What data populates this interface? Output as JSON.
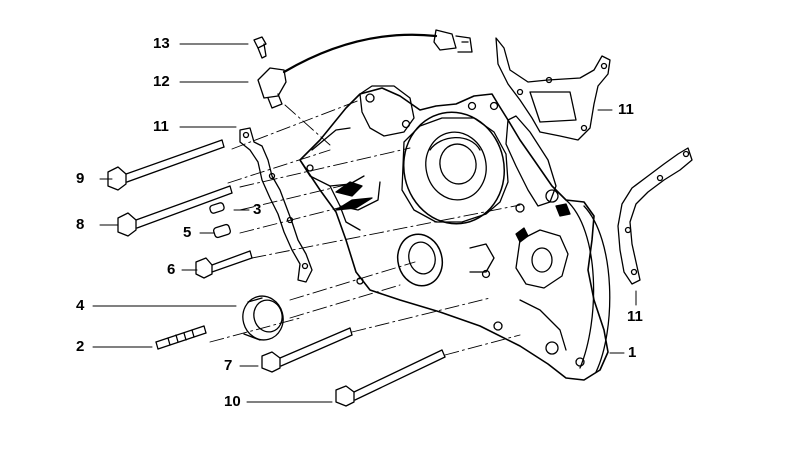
{
  "callouts": {
    "c13": "13",
    "c12": "12",
    "c11a": "11",
    "c11b": "11",
    "c11c": "11",
    "c9": "9",
    "c8": "8",
    "c3": "3",
    "c5": "5",
    "c6": "6",
    "c4": "4",
    "c2": "2",
    "c7": "7",
    "c10": "10",
    "c1": "1"
  },
  "colors": {
    "ink": "#000000",
    "paper": "#ffffff"
  }
}
